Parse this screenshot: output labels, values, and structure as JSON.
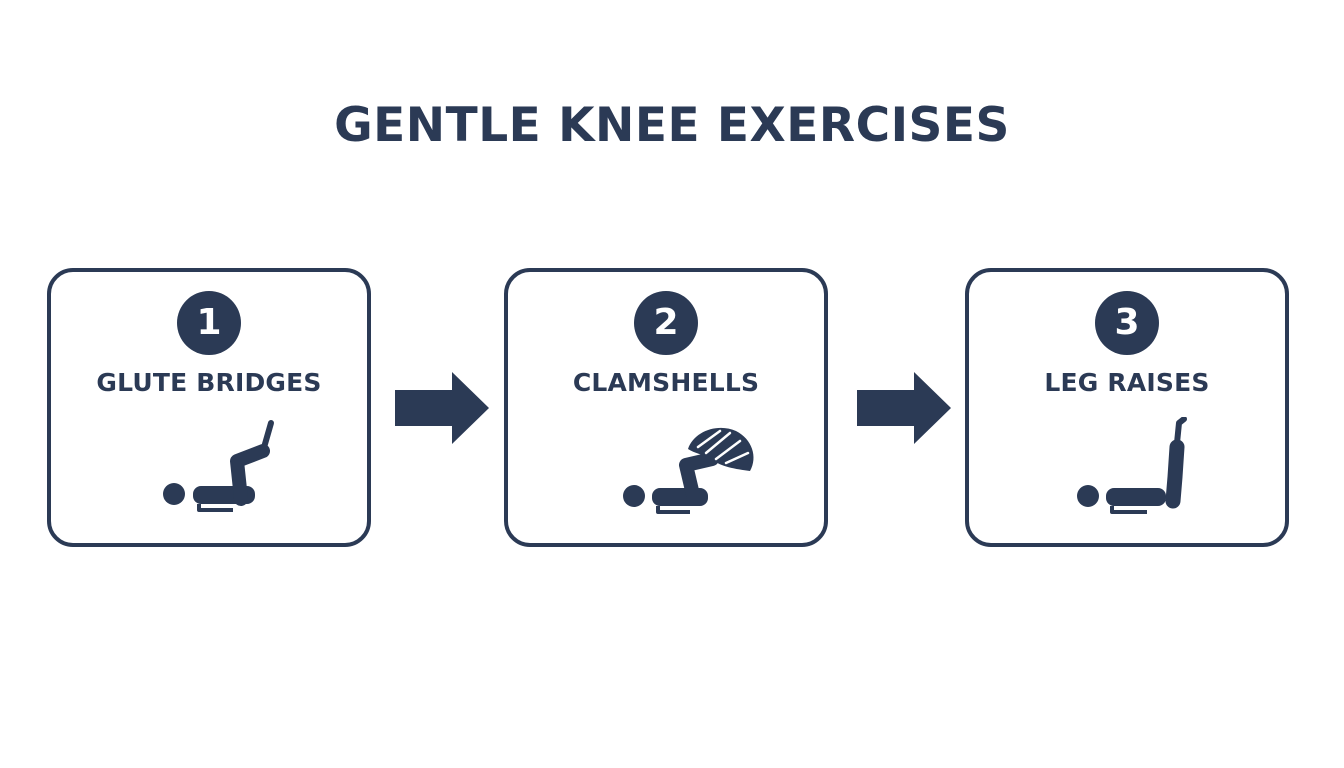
{
  "title": "GENTLE KNEE EXERCISES",
  "colors": {
    "primary": "#2b3a55",
    "background": "#ffffff"
  },
  "steps": [
    {
      "number": "1",
      "label": "GLUTE BRIDGES",
      "icon": "glute-bridge-figure-icon"
    },
    {
      "number": "2",
      "label": "CLAMSHELLS",
      "icon": "clamshell-figure-icon"
    },
    {
      "number": "3",
      "label": "LEG RAISES",
      "icon": "leg-raise-figure-icon"
    }
  ],
  "connectors": [
    "arrow-right-icon",
    "arrow-right-icon"
  ]
}
